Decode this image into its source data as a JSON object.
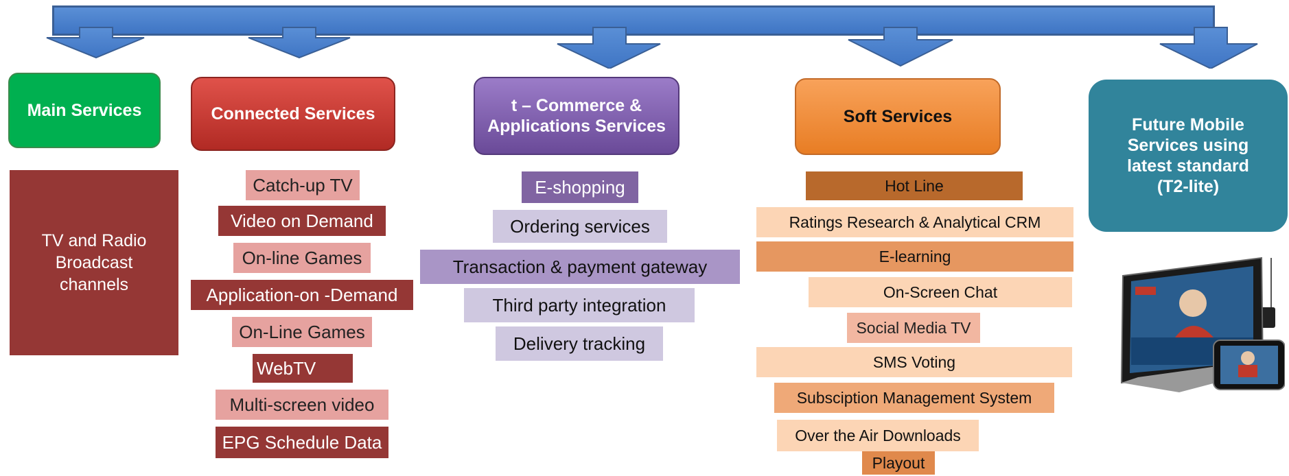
{
  "headers": {
    "main": "Main Services",
    "connected": "Connected Services",
    "commerce": "t – Commerce & Applications Services",
    "soft": "Soft Services",
    "future": "Future Mobile Services using latest standard  (T2-lite)"
  },
  "main_items": [
    "TV and Radio Broadcast channels"
  ],
  "connected_items": [
    "Catch-up TV",
    "Video on Demand",
    "On-line Games",
    "Application-on -Demand",
    "On-Line Games",
    "WebTV",
    "Multi-screen video",
    "EPG Schedule Data"
  ],
  "commerce_items": [
    "E-shopping",
    "Ordering services",
    "Transaction & payment gateway",
    "Third party integration",
    "Delivery tracking"
  ],
  "soft_items": [
    "Hot Line",
    "Ratings Research & Analytical CRM",
    "E-learning",
    "On-Screen Chat",
    "Social Media TV",
    "SMS Voting",
    "Subsciption Management System",
    "Over the Air Downloads",
    "Playout"
  ],
  "colors": {
    "bar": "#4f81bd",
    "main": "#00b050",
    "connected": "#c0392b",
    "commerce": "#7f5fae",
    "soft": "#f79646",
    "future": "#31849b"
  },
  "image_icon": "tablet-and-phone-icon"
}
